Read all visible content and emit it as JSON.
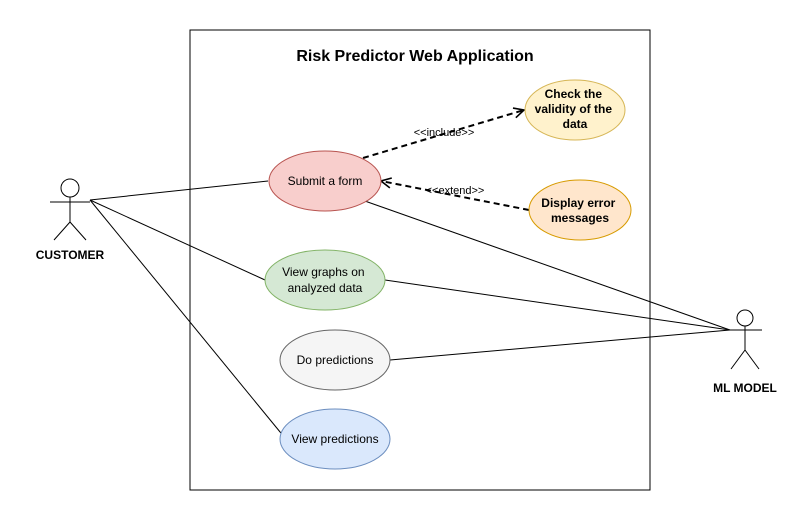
{
  "diagram": {
    "title": "Risk Predictor Web Application",
    "actors": {
      "customer": "CUSTOMER",
      "ml_model": "ML MODEL"
    },
    "use_cases": {
      "submit_form": {
        "label": "Submit a form",
        "fill": "#f8cecc",
        "stroke": "#b85450"
      },
      "check_validity": {
        "lines": [
          "Check the",
          "validity of the",
          "data"
        ],
        "fill": "#fff2cc",
        "stroke": "#d6b656"
      },
      "display_error": {
        "lines": [
          "Display error",
          "messages"
        ],
        "fill": "#ffe6cc",
        "stroke": "#d79b00"
      },
      "view_graphs": {
        "lines": [
          "View graphs on",
          "analyzed data"
        ],
        "fill": "#d5e8d4",
        "stroke": "#82b366"
      },
      "do_predictions": {
        "label": "Do predictions",
        "fill": "#f5f5f5",
        "stroke": "#666666"
      },
      "view_predictions": {
        "label": "View predictions",
        "fill": "#dae8fc",
        "stroke": "#6c8ebf"
      }
    },
    "relations": {
      "include": "<<include>>",
      "extend": "<<extend>>"
    }
  }
}
